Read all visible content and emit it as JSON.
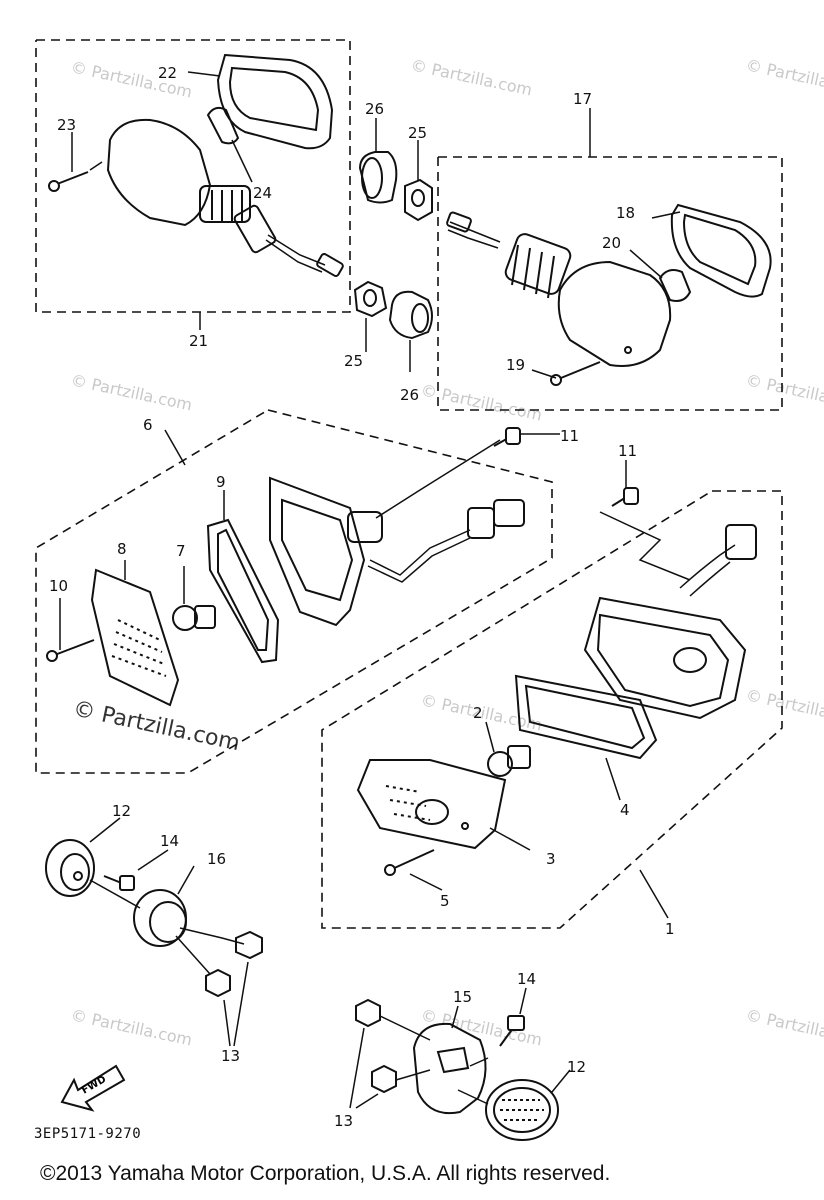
{
  "diagram": {
    "part_code": "3EP5171-9270",
    "copyright": "©2013  Yamaha Motor Corporation, U.S.A. All rights reserved.",
    "fwd_label": "FWD",
    "watermark_main": "© Partzilla.com",
    "watermark_faint": "© Partzilla.com",
    "callouts": [
      "1",
      "2",
      "3",
      "4",
      "5",
      "6",
      "7",
      "8",
      "9",
      "10",
      "11",
      "11",
      "12",
      "12",
      "13",
      "13",
      "14",
      "14",
      "15",
      "16",
      "17",
      "18",
      "19",
      "20",
      "21",
      "22",
      "23",
      "24",
      "25",
      "25",
      "26",
      "26"
    ]
  }
}
